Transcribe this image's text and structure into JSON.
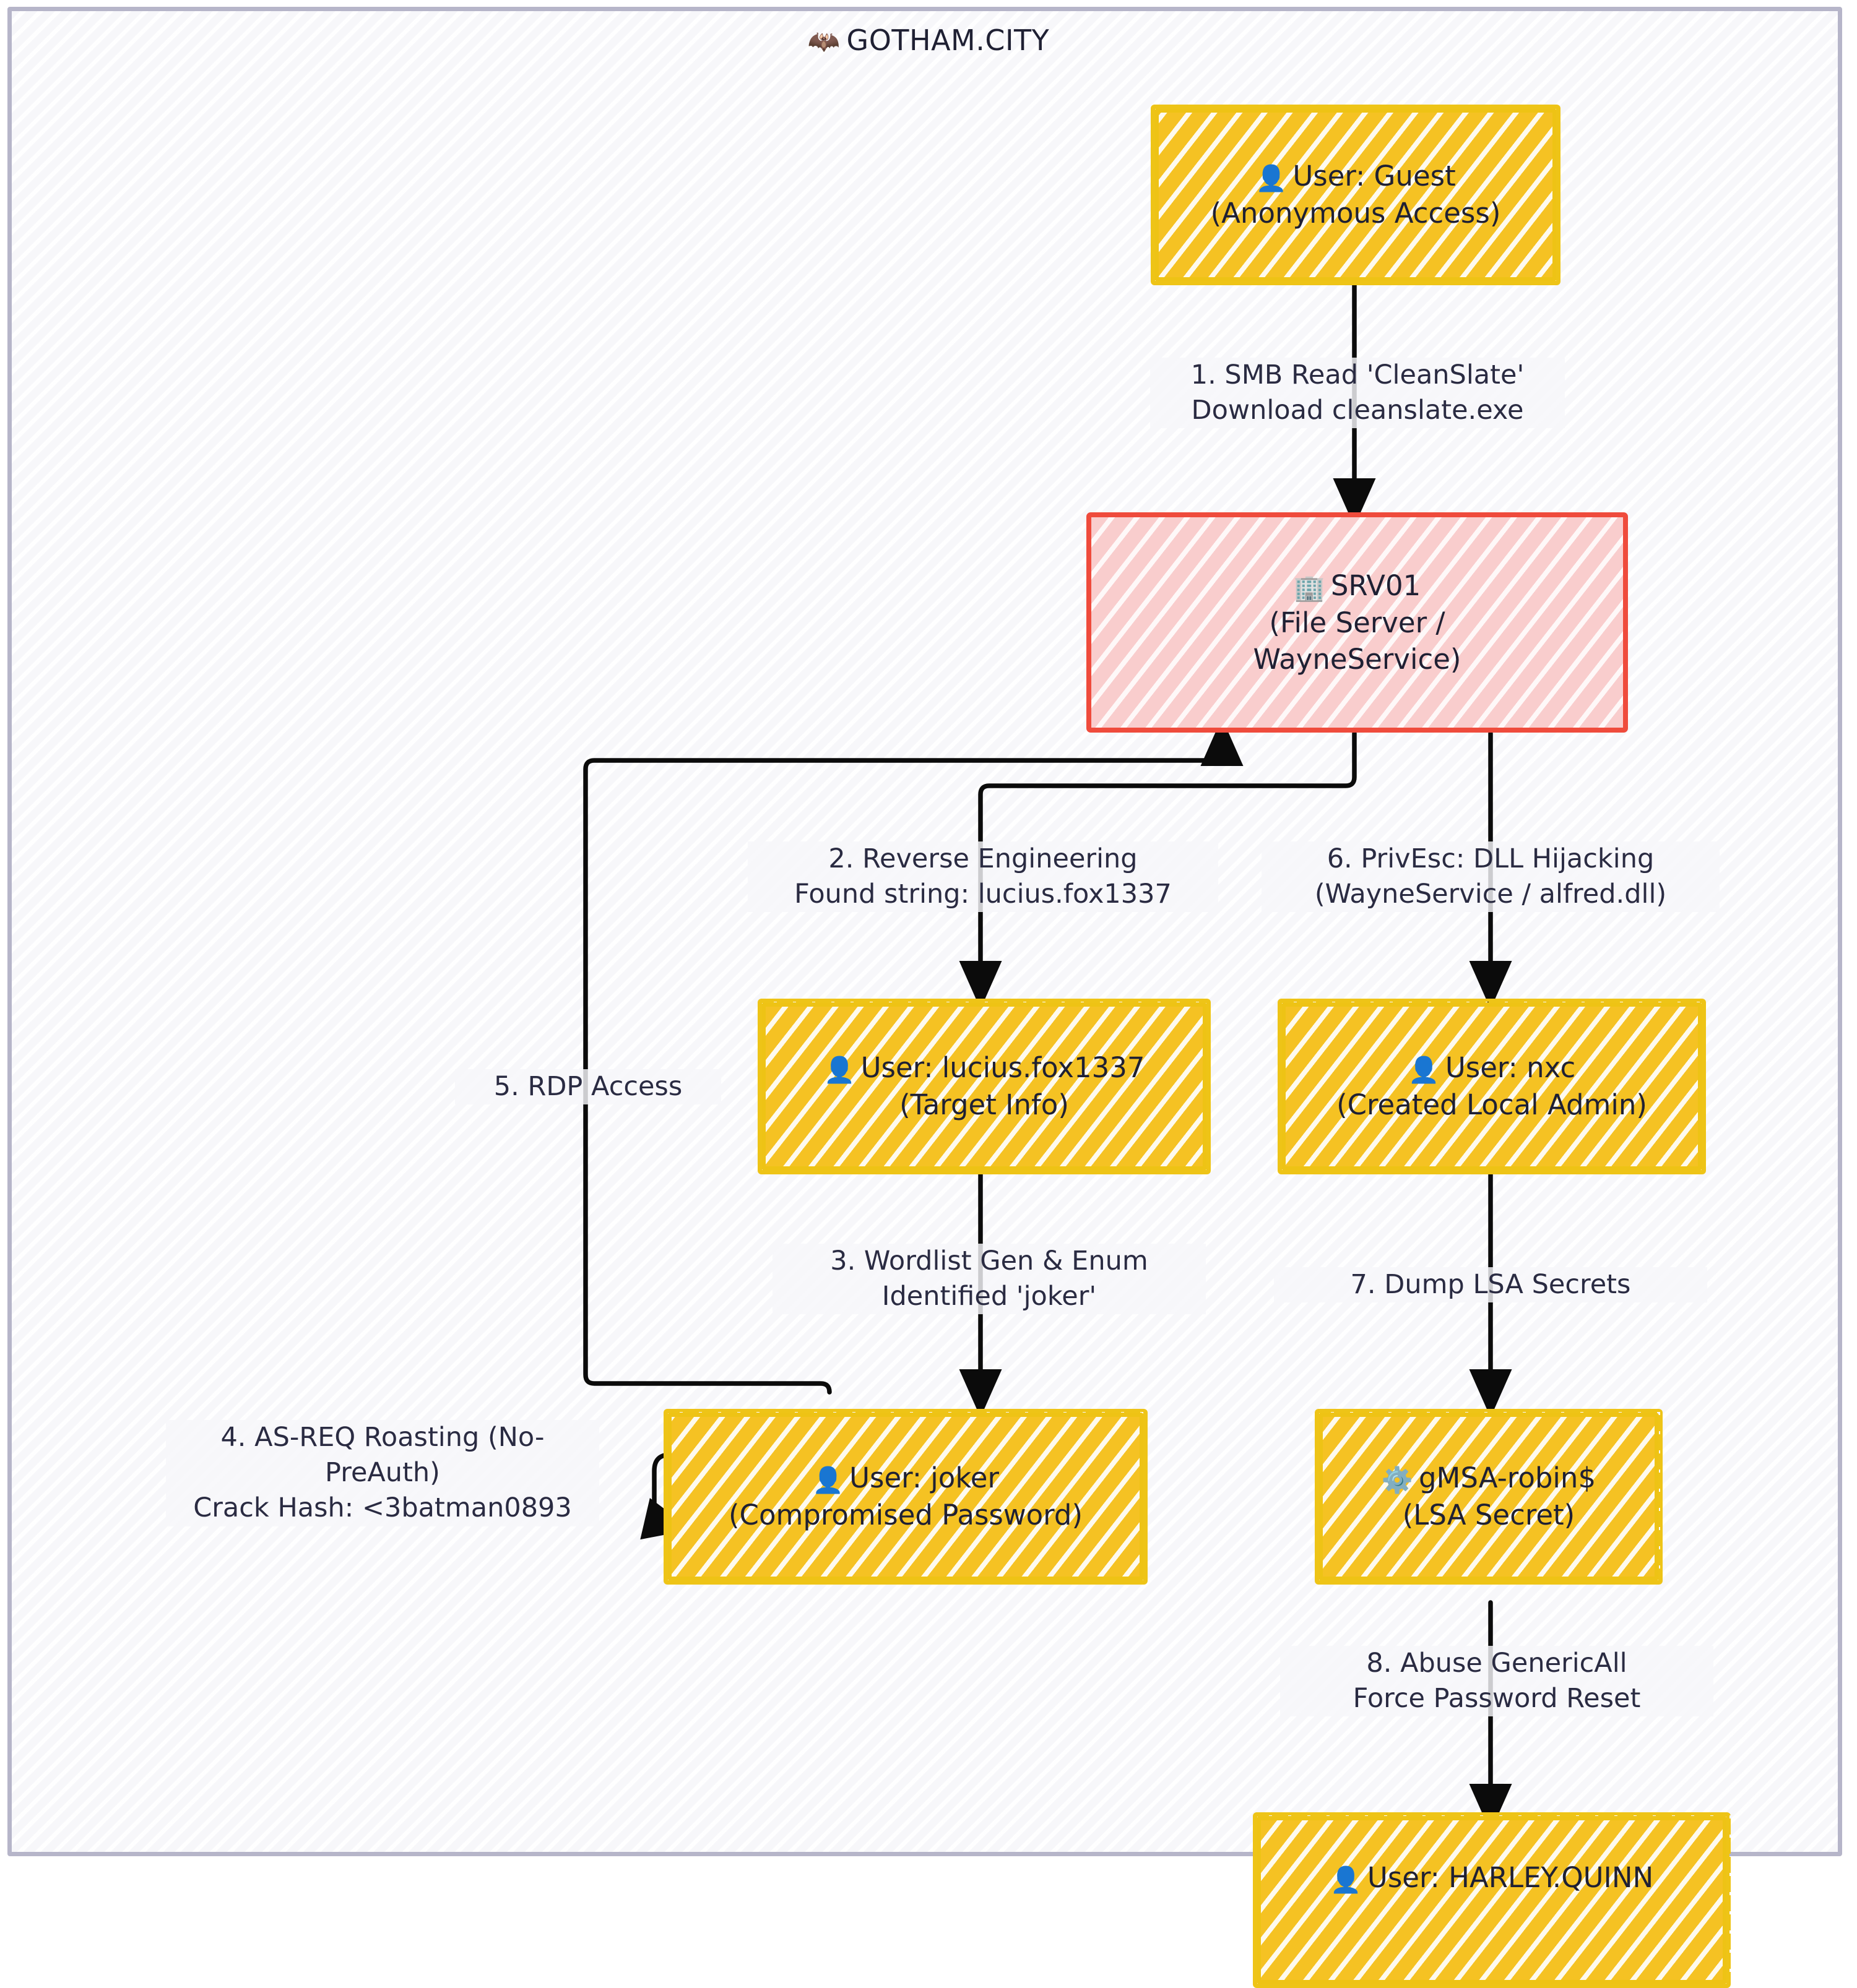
{
  "diagram": {
    "type": "flowchart",
    "direction": "top-down",
    "subgraph": {
      "title": "GOTHAM.CITY",
      "icon": "bat-icon",
      "icon_glyph": "🦇",
      "border_color": "#b6b5c9",
      "fill_color": "#f7f7fa"
    },
    "theme": {
      "user_node_fill": "#f5c223",
      "user_node_stroke": "#eec417",
      "server_node_fill": "#f9cdcd",
      "server_node_stroke": "#ef4b3c",
      "edge_color": "#0b0b0b",
      "text_color": "#1f2033"
    },
    "nodes": [
      {
        "id": "guest",
        "kind": "user",
        "icon": "person-icon",
        "icon_glyph": "👤",
        "line1": "User: Guest",
        "line2": "(Anonymous Access)"
      },
      {
        "id": "srv01",
        "kind": "server",
        "icon": "office-building-icon",
        "icon_glyph": "🏢",
        "line1": "SRV01",
        "line2": "(File Server /",
        "line3": "WayneService)"
      },
      {
        "id": "lucius",
        "kind": "user",
        "icon": "person-icon",
        "icon_glyph": "👤",
        "line1": "User: lucius.fox1337",
        "line2": "(Target Info)"
      },
      {
        "id": "nxc",
        "kind": "user",
        "icon": "person-icon",
        "icon_glyph": "👤",
        "line1": "User: nxc",
        "line2": "(Created Local Admin)"
      },
      {
        "id": "joker",
        "kind": "user",
        "icon": "person-icon",
        "icon_glyph": "👤",
        "line1": "User: joker",
        "line2": "(Compromised Password)"
      },
      {
        "id": "gmsa",
        "kind": "user",
        "icon": "gear-icon",
        "icon_glyph": "⚙️",
        "line1": "gMSA-robin$",
        "line2": "(LSA Secret)"
      },
      {
        "id": "harley",
        "kind": "user",
        "icon": "person-icon",
        "icon_glyph": "👤",
        "line1": "User: HARLEY.QUINN",
        "line2": ""
      }
    ],
    "edges": [
      {
        "id": "e1",
        "from": "guest",
        "to": "srv01",
        "line1": "1. SMB Read 'CleanSlate'",
        "line2": "Download cleanslate.exe"
      },
      {
        "id": "e2",
        "from": "srv01",
        "to": "lucius",
        "line1": "2. Reverse Engineering",
        "line2": "Found string: lucius.fox1337"
      },
      {
        "id": "e3",
        "from": "lucius",
        "to": "joker",
        "line1": "3. Wordlist Gen & Enum",
        "line2": "Identified 'joker'"
      },
      {
        "id": "e4",
        "from": "joker",
        "to": "joker",
        "line1": "4. AS-REQ Roasting (No-",
        "line2": "PreAuth)",
        "line3": "Crack Hash: <3batman0893"
      },
      {
        "id": "e5",
        "from": "joker",
        "to": "srv01",
        "line1": "5. RDP Access",
        "line2": ""
      },
      {
        "id": "e6",
        "from": "srv01",
        "to": "nxc",
        "line1": "6. PrivEsc: DLL Hijacking",
        "line2": "(WayneService / alfred.dll)"
      },
      {
        "id": "e7",
        "from": "nxc",
        "to": "gmsa",
        "line1": "7. Dump LSA Secrets",
        "line2": ""
      },
      {
        "id": "e8",
        "from": "gmsa",
        "to": "harley",
        "line1": "8. Abuse GenericAll",
        "line2": "Force Password Reset"
      }
    ]
  }
}
